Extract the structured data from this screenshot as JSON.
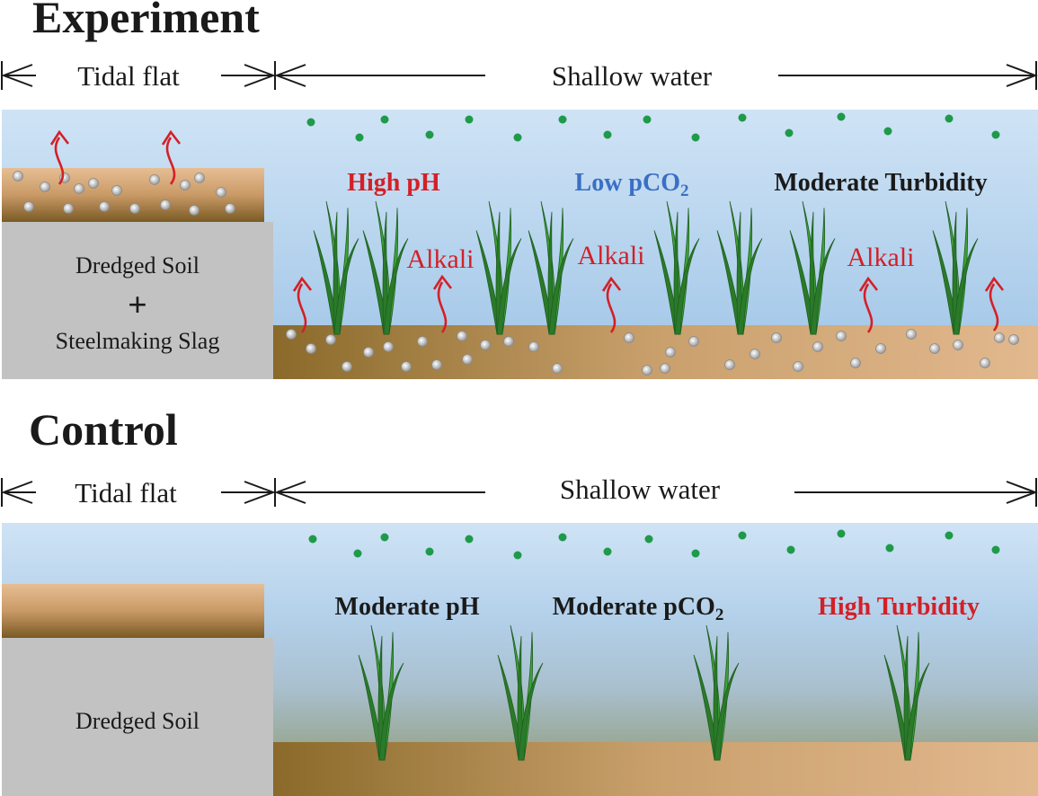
{
  "experiment": {
    "title": "Experiment",
    "tidal_flat_label": "Tidal flat",
    "shallow_water_label": "Shallow water",
    "box_label_top": "Dredged Soil",
    "box_label_plus": "+",
    "box_label_bottom": "Steelmaking Slag",
    "conditions": {
      "ph": "High pH",
      "pco2_prefix": "Low pCO",
      "pco2_sub": "2",
      "turbidity": "Moderate Turbidity"
    },
    "alkali_label": "Alkali"
  },
  "control": {
    "title": "Control",
    "tidal_flat_label": "Tidal flat",
    "shallow_water_label": "Shallow water",
    "box_label": "Dredged Soil",
    "conditions": {
      "ph": "Moderate pH",
      "pco2_prefix": "Moderate pCO",
      "pco2_sub": "2",
      "turbidity": "High Turbidity"
    }
  },
  "colors": {
    "alert_red": "#d32027",
    "low_blue": "#3a6fc4",
    "text_dark": "#1a1a1a",
    "plant_green": "#2f8f2f",
    "plankton_green": "#1e9a4a",
    "sediment_brown": "#b5895a",
    "box_gray": "#c2c2c2"
  }
}
